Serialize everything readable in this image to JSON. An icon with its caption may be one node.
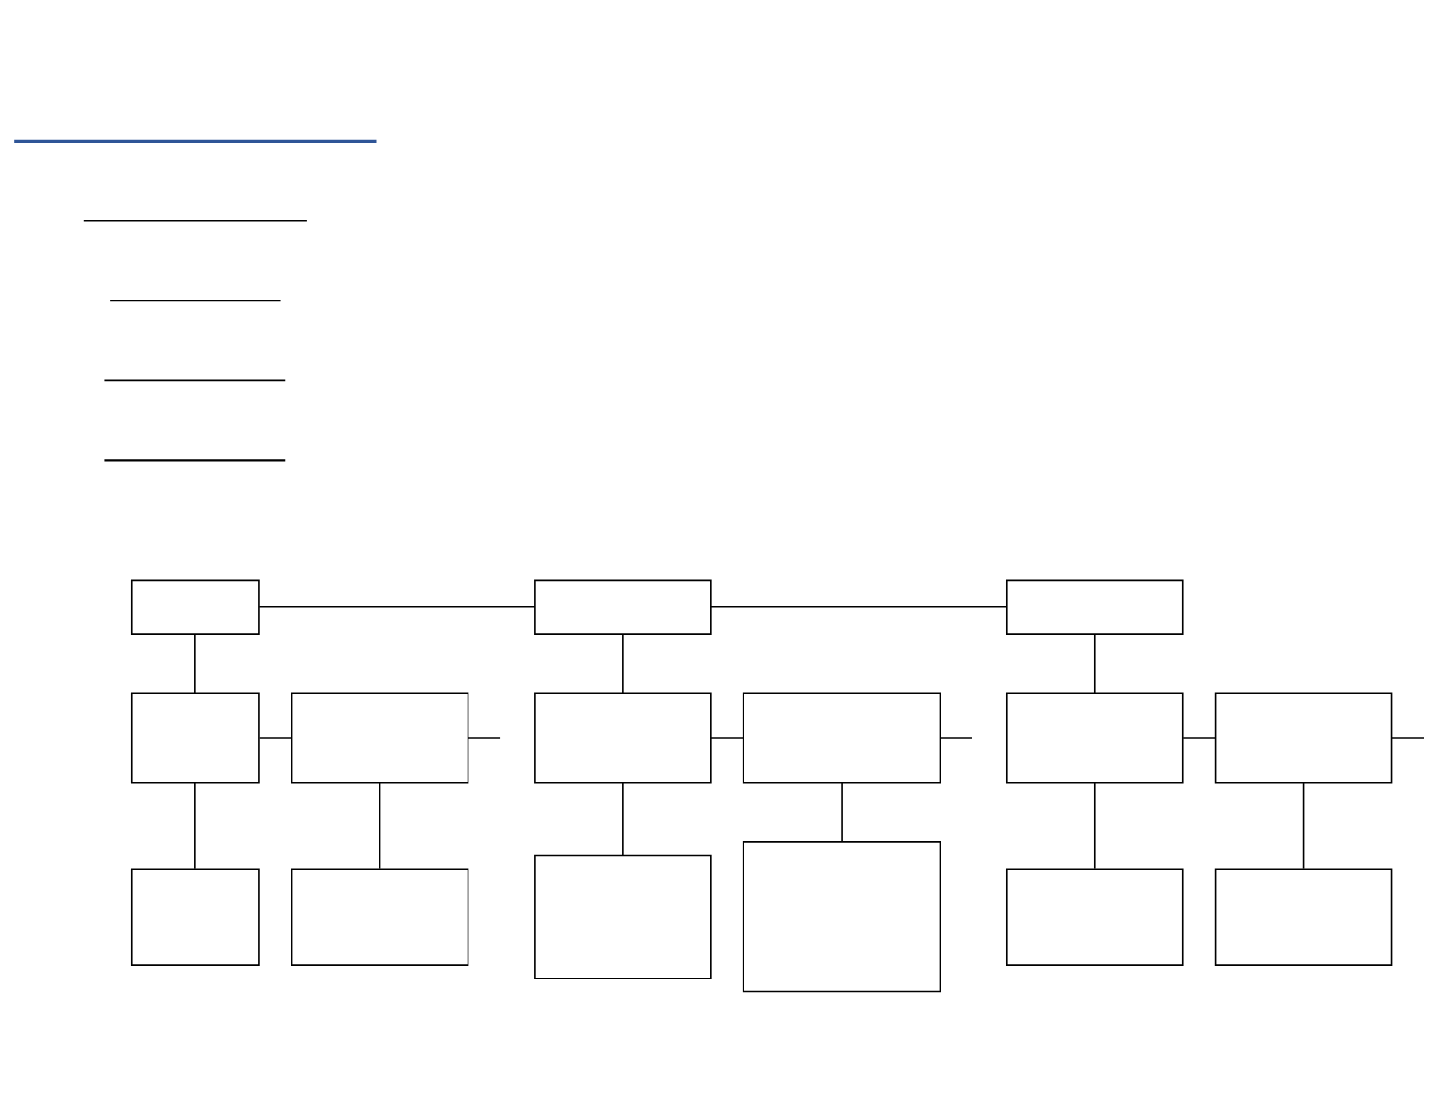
{
  "diagram": {
    "nodes": [
      {
        "text": [],
        "shape": "box"
      },
      {
        "text": [],
        "shape": "box"
      },
      {
        "text": [],
        "shape": "box"
      },
      {
        "text": [],
        "shape": "box"
      },
      {
        "text": [],
        "shape": "box"
      },
      {
        "text": [],
        "shape": "box"
      },
      {
        "text": [],
        "shape": "box"
      },
      {
        "text": [],
        "shape": "box"
      },
      {
        "text": [],
        "shape": "box"
      },
      {
        "text": [],
        "shape": "box"
      },
      {
        "text": [],
        "shape": "box"
      },
      {
        "text": [],
        "shape": "box"
      },
      {
        "text": [],
        "shape": "box"
      },
      {
        "text": [],
        "shape": "box"
      },
      {
        "text": [],
        "shape": "box"
      }
    ],
    "edges": [
      {
        "from": 0,
        "to": 1,
        "arrow": "none"
      },
      {
        "from": 1,
        "to": 2,
        "arrow": "none"
      },
      {
        "from": 0,
        "to": 3,
        "arrow": "none"
      },
      {
        "from": 3,
        "to": 4,
        "arrow": "none"
      },
      {
        "from": 4,
        "to": null,
        "arrow": "none"
      },
      {
        "from": 3,
        "to": 9,
        "arrow": "none"
      },
      {
        "from": 4,
        "to": 10,
        "arrow": "none"
      },
      {
        "from": 1,
        "to": 5,
        "arrow": "none"
      },
      {
        "from": 5,
        "to": 6,
        "arrow": "none"
      },
      {
        "from": 6,
        "to": null,
        "arrow": "none"
      },
      {
        "from": 5,
        "to": 11,
        "arrow": "none"
      },
      {
        "from": 6,
        "to": 12,
        "arrow": "none"
      },
      {
        "from": 2,
        "to": 7,
        "arrow": "none"
      },
      {
        "from": 7,
        "to": 8,
        "arrow": "none"
      },
      {
        "from": 8,
        "to": null,
        "arrow": "none"
      },
      {
        "from": 7,
        "to": 13,
        "arrow": "none"
      },
      {
        "from": 8,
        "to": 14,
        "arrow": "none"
      }
    ]
  }
}
